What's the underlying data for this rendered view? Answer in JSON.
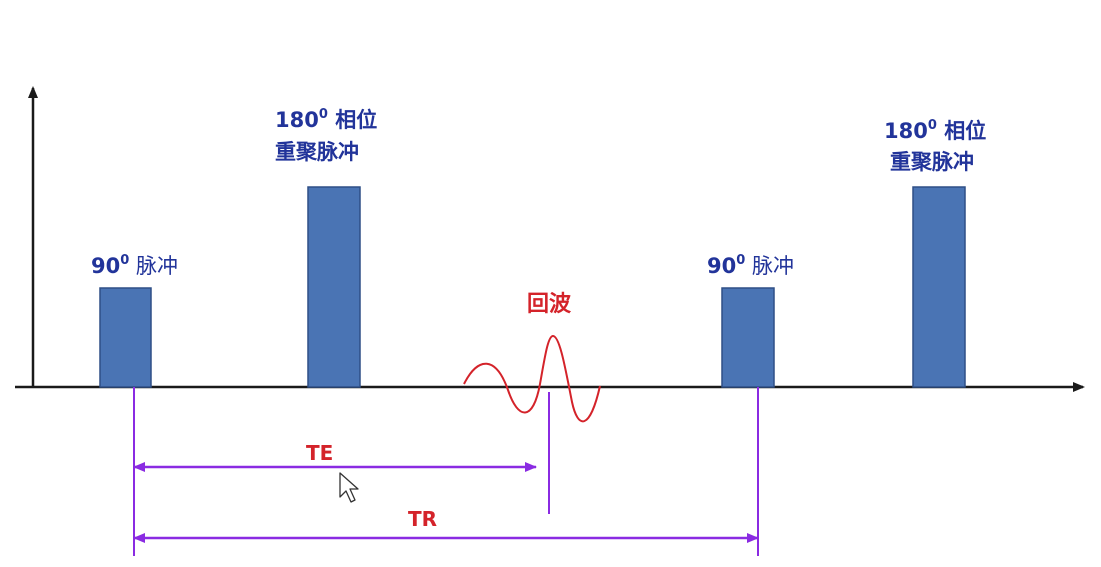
{
  "labels": {
    "pulse90_number": "90",
    "pulse90_sup": "0",
    "pulse90_text": " 脉冲",
    "pulse180_number": "180",
    "pulse180_sup": "0",
    "pulse180_text": " 相位",
    "pulse180_line2": "重聚脉冲",
    "echo": "回波",
    "te": "TE",
    "tr": "TR"
  },
  "colors": {
    "pulse_fill": "#4a74b4",
    "pulse_stroke": "#2e4f86",
    "label_blue": "#22349a",
    "echo_red": "#d4232a",
    "interval_purple": "#8a2be2",
    "axis": "#1a1a1a"
  },
  "icons": {
    "cursor": "mouse-pointer-icon"
  }
}
